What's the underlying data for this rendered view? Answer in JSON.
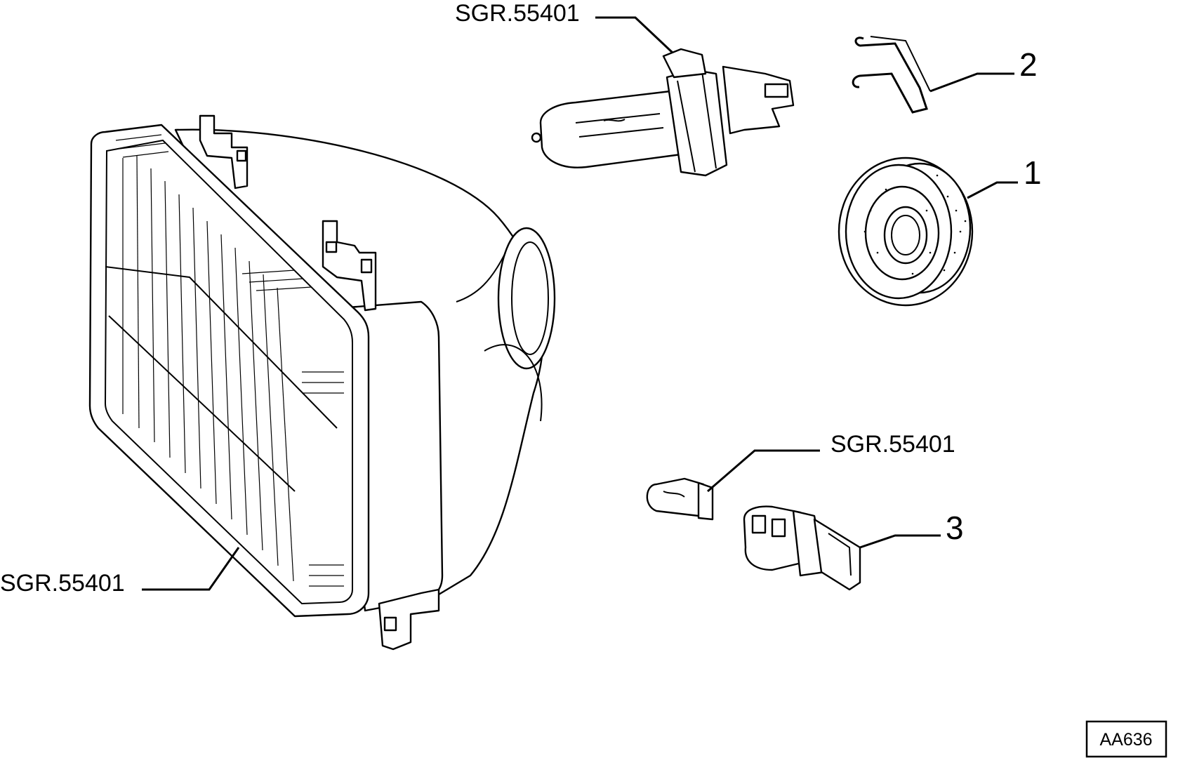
{
  "labels": {
    "bulb_top": "SGR.55401",
    "bulb_small": "SGR.55401",
    "headlamp": "SGR.55401",
    "part_1": "1",
    "part_2": "2",
    "part_3": "3",
    "drawing_code": "AA636"
  },
  "colors": {
    "line": "#000000",
    "background": "#ffffff"
  }
}
